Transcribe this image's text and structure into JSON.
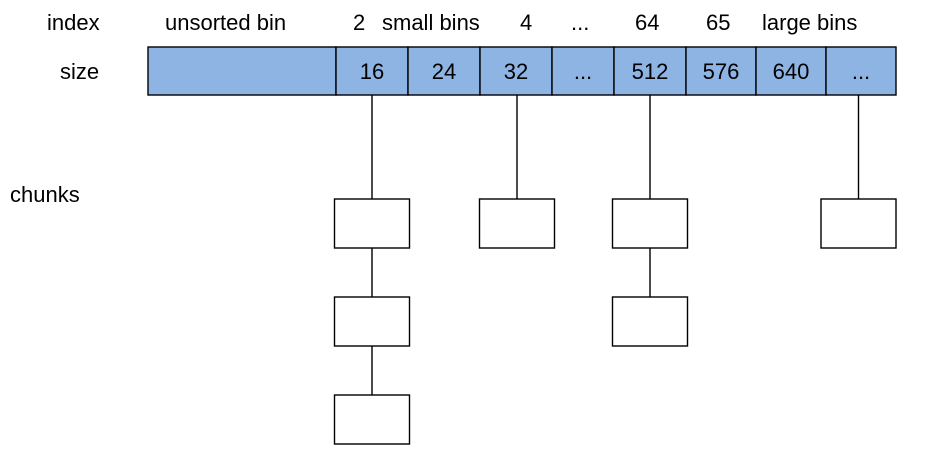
{
  "labels": {
    "index": "index",
    "size": "size",
    "chunks": "chunks"
  },
  "index_labels": {
    "unsorted": "unsorted bin",
    "idx2": "2",
    "small_bins": "small bins",
    "idx4": "4",
    "ellipsis": "...",
    "idx64": "64",
    "idx65": "65",
    "large_bins": "large bins"
  },
  "size_cells": [
    "",
    "16",
    "24",
    "32",
    "...",
    "512",
    "576",
    "640",
    "..."
  ],
  "chunk_columns": [
    {
      "size": "16",
      "chunk_count": 3
    },
    {
      "size": "32",
      "chunk_count": 1
    },
    {
      "size": "512",
      "chunk_count": 2
    },
    {
      "size": "...",
      "chunk_count": 1
    }
  ],
  "colors": {
    "bar_fill": "#8DB4E2",
    "stroke": "#000000",
    "background": "#FFFFFF"
  }
}
